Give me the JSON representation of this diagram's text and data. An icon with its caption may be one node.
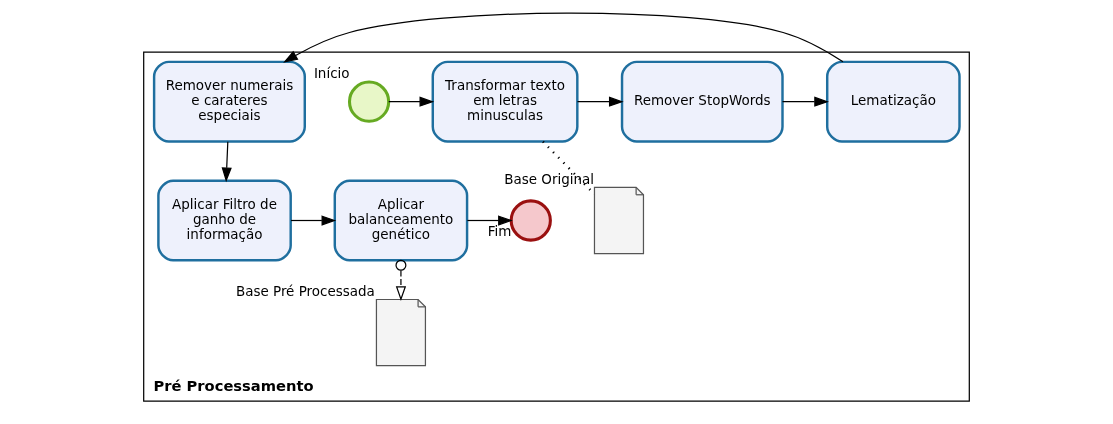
{
  "diagram": {
    "nodes": [
      {
        "text": [
          "Pré Processamento"
        ]
      },
      {
        "text": [],
        "shape": "circle",
        "beside": [
          "Início"
        ],
        "in": 0
      },
      {
        "text": [
          "Transformar texto em letras minusculas"
        ],
        "in": 0
      },
      {
        "text": [
          "Remover StopWords"
        ],
        "in": 0
      },
      {
        "text": [
          "Lematização"
        ],
        "in": 0
      },
      {
        "text": [
          "Remover numerais e carateres especiais"
        ],
        "in": 0
      },
      {
        "text": [],
        "shape": "document",
        "beside": [
          "Base Original"
        ],
        "in": 0
      },
      {
        "text": [
          "Aplicar Filtro de ganho de informação"
        ],
        "in": 0
      },
      {
        "text": [
          "Aplicar balanceamento genético"
        ],
        "in": 0
      },
      {
        "text": [],
        "shape": "circle",
        "beside": [
          "Fim"
        ],
        "in": 0
      },
      {
        "text": [],
        "shape": "document",
        "beside": [
          "Base Pré Processada"
        ],
        "in": 0
      }
    ],
    "edges": [
      {
        "from": 1,
        "to": 2,
        "arrow": "to"
      },
      {
        "from": 6,
        "to": 2,
        "arrow": "none",
        "style": "dashed"
      },
      {
        "from": 2,
        "to": 3,
        "arrow": "to"
      },
      {
        "from": 3,
        "to": 4,
        "arrow": "to"
      },
      {
        "from": 4,
        "to": 5,
        "arrow": "to"
      },
      {
        "from": 5,
        "to": 7,
        "arrow": "to"
      },
      {
        "from": 7,
        "to": 8,
        "arrow": "to"
      },
      {
        "from": 8,
        "to": 9,
        "arrow": "to"
      },
      {
        "from": 8,
        "to": 10,
        "arrow": "to",
        "style": "dashed"
      }
    ]
  }
}
